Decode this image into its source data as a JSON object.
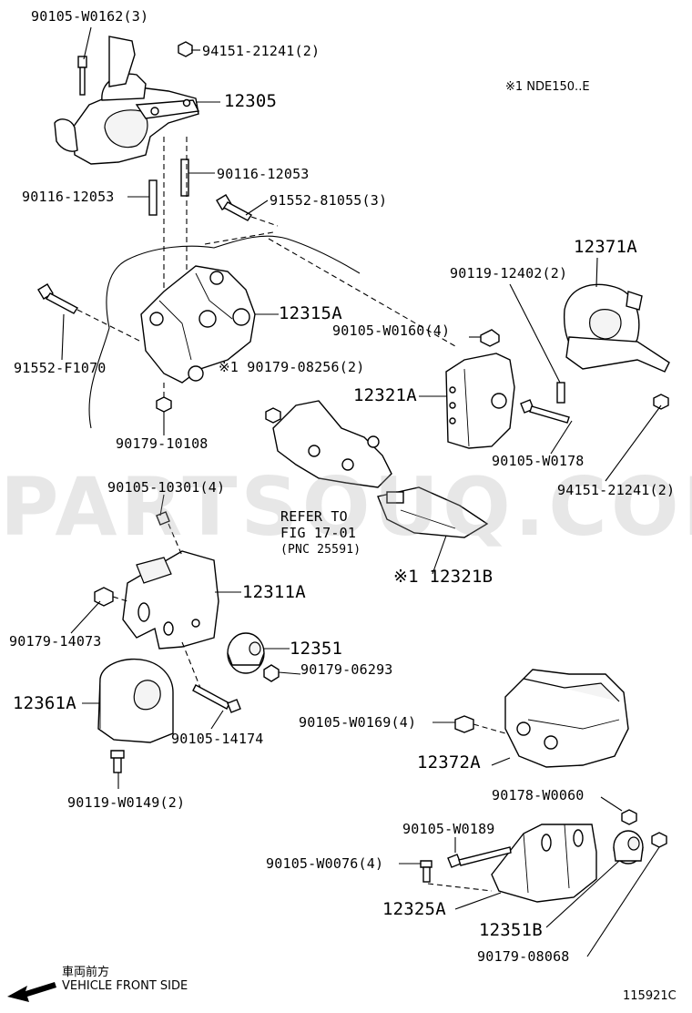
{
  "note": "※1 NDE150..E",
  "watermark": "PARTSOUQ.COM",
  "figure_id": "115921C",
  "front_jp": "車両前方",
  "front_en": "VEHICLE FRONT SIDE",
  "refer": {
    "line1": "REFER TO",
    "line2": "FIG 17-01",
    "line3": "(PNC 25591)"
  },
  "labels": {
    "l01": "90105-W0162(3)",
    "l02": "94151-21241(2)",
    "l03": "12305",
    "l04": "90116-12053",
    "l05": "90116-12053",
    "l06": "91552-81055(3)",
    "l07": "12371A",
    "l08": "90119-12402(2)",
    "l09": "12315A",
    "l10": "90105-W0160(4)",
    "l11": "91552-F1070",
    "l12": "※1 90179-08256(2)",
    "l13": "12321A",
    "l14": "90105-W0178",
    "l15": "90179-10108",
    "l16": "94151-21241(2)",
    "l17": "90105-10301(4)",
    "l18": "※1 12321B",
    "l19": "12311A",
    "l20": "90179-14073",
    "l21": "12351",
    "l22": "90179-06293",
    "l23": "12361A",
    "l24": "90105-W0169(4)",
    "l25": "90105-14174",
    "l26": "12372A",
    "l27": "90119-W0149(2)",
    "l28": "90178-W0060",
    "l29": "90105-W0189",
    "l30": "90105-W0076(4)",
    "l31": "12325A",
    "l32": "12351B",
    "l33": "90179-08068"
  }
}
